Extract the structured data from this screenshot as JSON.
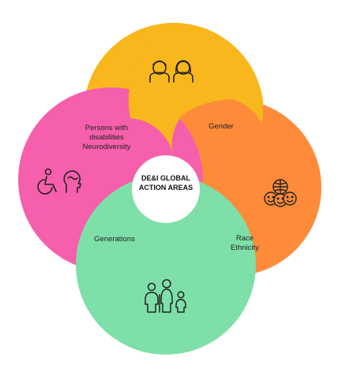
{
  "diagram": {
    "center": {
      "line1": "DE&I GLOBAL",
      "line2": "ACTION AREAS"
    },
    "areas": [
      {
        "id": "gender",
        "lines": [
          "Gender"
        ],
        "color": "#F8B71C",
        "icon": "couple-icon"
      },
      {
        "id": "race",
        "lines": [
          "Race",
          "Ethnicity"
        ],
        "color": "#FD8B3A",
        "icon": "smiling-faces-globe-icon"
      },
      {
        "id": "generations",
        "lines": [
          "Generations"
        ],
        "color": "#7EDFA9",
        "icon": "family-generations-icon"
      },
      {
        "id": "disabilities",
        "lines": [
          "Persons with",
          "disabilities",
          "Neurodiversity"
        ],
        "color": "#F55FAB",
        "icon": "wheelchair-brain-icon"
      }
    ]
  }
}
